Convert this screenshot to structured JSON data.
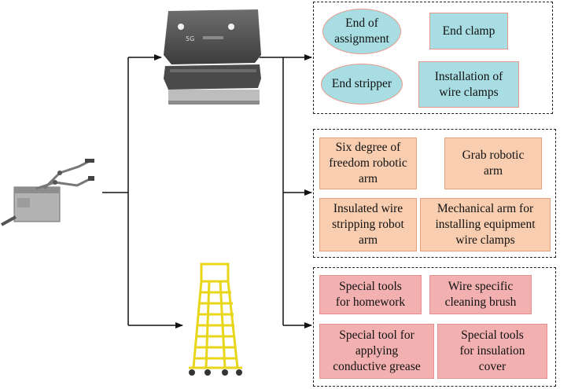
{
  "group_top": {
    "items": [
      "End of\nassignment",
      "End clamp",
      "End stripper",
      "Installation of\nwire clamps"
    ]
  },
  "group_middle": {
    "items": [
      "Six degree of\nfreedom robotic\narm",
      "Grab robotic\narm",
      "Insulated wire\nstripping robot\narm",
      "Mechanical arm for\ninstalling equipment\nwire clamps"
    ]
  },
  "group_bottom": {
    "items": [
      "Special tools\nfor homework",
      "Wire specific\ncleaning brush",
      "Special tool for\napplying\nconductive grease",
      "Special tools\nfor insulation\ncover"
    ]
  },
  "illustrations": {
    "robot_vehicle": "5G robot vehicle",
    "robot_vehicle_badge": "5G",
    "bucket_arm": "insulated bucket with robotic arms",
    "ladder": "yellow insulated ladder platform"
  },
  "colors": {
    "blue_fill": "#a8dde3",
    "orange_fill": "#f9ceb0",
    "pink_fill": "#f2b0b0",
    "ladder_yellow": "#e8d61a"
  }
}
